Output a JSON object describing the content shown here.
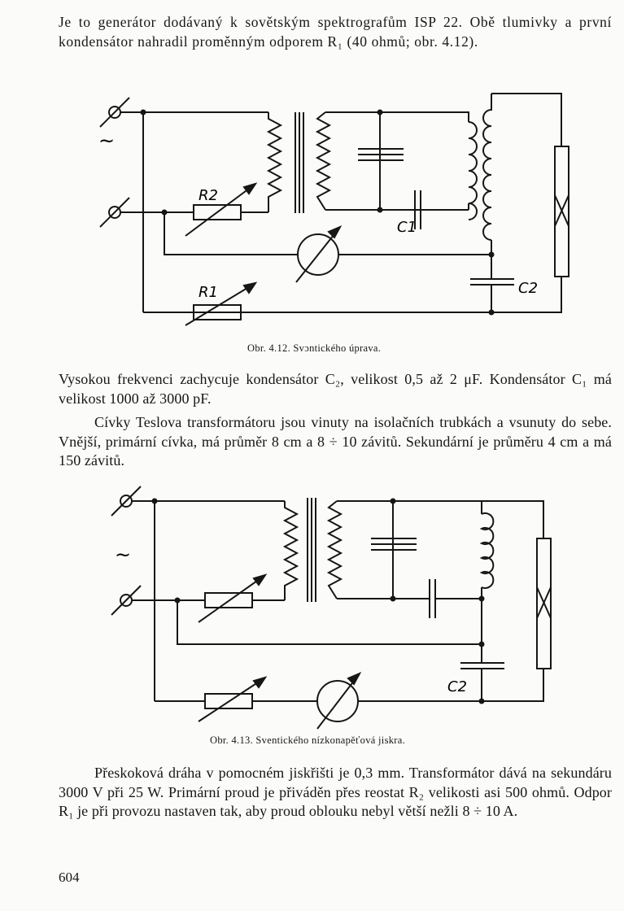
{
  "paragraphs": {
    "p1": "Je to generátor dodávaný k sovětským spektrografům ISP 22. Obě tlumivky a první kondensátor nahradil proměnným odporem R₁ (40 ohmů; obr. 4.12).",
    "p2": "Vysokou frekvenci zachycuje kondensátor C₂, velikost 0,5 až 2 μF. Kondensátor C₁ má velikost 1000 až 3000 pF.",
    "p3": "Cívky Teslova transformátoru jsou vinuty na isolačních trubkách a vsunuty do sebe. Vnější, primární cívka, má průměr 8 cm a 8 ÷ 10 závitů. Sekundární je průměru 4 cm a má 150 závitů.",
    "p4": "Přeskoková dráha v pomocném jiskřišti je 0,3 mm. Transformátor dává na sekundáru 3000 V při 25 W. Primární proud je přiváděn přes reostat R₂ velikosti asi 500 ohmů. Odpor R₁ je při provozu nastaven tak, aby proud oblouku nebyl větší nežli 8 ÷ 10 A."
  },
  "figure1": {
    "caption": "Obr. 4.12. Svɔntického úprava.",
    "labels": {
      "r2": "R2",
      "r1": "R1",
      "c1": "C1",
      "c2": "C2",
      "ac": "~"
    }
  },
  "figure2": {
    "caption": "Obr. 4.13. Sventického nízkonapěťová jiskra.",
    "labels": {
      "c2": "C2",
      "ac": "~"
    }
  },
  "page_number": "604"
}
